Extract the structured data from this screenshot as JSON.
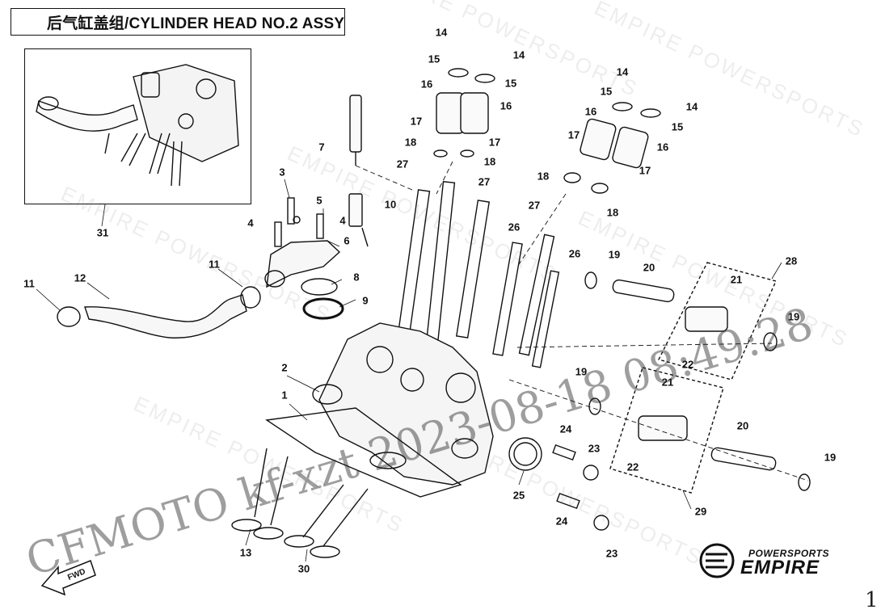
{
  "title": "后气缸盖组/CYLINDER HEAD NO.2  ASSY",
  "labels": [
    {
      "id": "l14a",
      "text": "14"
    },
    {
      "id": "l14b",
      "text": "14"
    },
    {
      "id": "l14c",
      "text": "14"
    },
    {
      "id": "l14d",
      "text": "14"
    },
    {
      "id": "l15a",
      "text": "15"
    },
    {
      "id": "l15b",
      "text": "15"
    },
    {
      "id": "l15c",
      "text": "15"
    },
    {
      "id": "l15d",
      "text": "15"
    },
    {
      "id": "l16a",
      "text": "16"
    },
    {
      "id": "l16b",
      "text": "16"
    },
    {
      "id": "l16c",
      "text": "16"
    },
    {
      "id": "l16d",
      "text": "16"
    },
    {
      "id": "l17a",
      "text": "17"
    },
    {
      "id": "l17b",
      "text": "17"
    },
    {
      "id": "l17c",
      "text": "17"
    },
    {
      "id": "l17d",
      "text": "17"
    },
    {
      "id": "l18a",
      "text": "18"
    },
    {
      "id": "l18b",
      "text": "18"
    },
    {
      "id": "l18c",
      "text": "18"
    },
    {
      "id": "l18d",
      "text": "18"
    },
    {
      "id": "l27a",
      "text": "27"
    },
    {
      "id": "l27b",
      "text": "27"
    },
    {
      "id": "l27c",
      "text": "27"
    },
    {
      "id": "l26a",
      "text": "26"
    },
    {
      "id": "l26b",
      "text": "26"
    },
    {
      "id": "l7",
      "text": "7"
    },
    {
      "id": "l3",
      "text": "3"
    },
    {
      "id": "l5",
      "text": "5"
    },
    {
      "id": "l4a",
      "text": "4"
    },
    {
      "id": "l4b",
      "text": "4"
    },
    {
      "id": "l10",
      "text": "10"
    },
    {
      "id": "l6",
      "text": "6"
    },
    {
      "id": "l8",
      "text": "8"
    },
    {
      "id": "l9",
      "text": "9"
    },
    {
      "id": "l11a",
      "text": "11"
    },
    {
      "id": "l11b",
      "text": "11"
    },
    {
      "id": "l12",
      "text": "12"
    },
    {
      "id": "l31",
      "text": "31"
    },
    {
      "id": "l2",
      "text": "2"
    },
    {
      "id": "l1",
      "text": "1"
    },
    {
      "id": "l13",
      "text": "13"
    },
    {
      "id": "l30",
      "text": "30"
    },
    {
      "id": "l25",
      "text": "25"
    },
    {
      "id": "l24a",
      "text": "24"
    },
    {
      "id": "l24b",
      "text": "24"
    },
    {
      "id": "l23a",
      "text": "23"
    },
    {
      "id": "l23b",
      "text": "23"
    },
    {
      "id": "l19a",
      "text": "19"
    },
    {
      "id": "l19b",
      "text": "19"
    },
    {
      "id": "l19c",
      "text": "19"
    },
    {
      "id": "l19d",
      "text": "19"
    },
    {
      "id": "l20a",
      "text": "20"
    },
    {
      "id": "l20b",
      "text": "20"
    },
    {
      "id": "l21a",
      "text": "21"
    },
    {
      "id": "l21b",
      "text": "21"
    },
    {
      "id": "l22a",
      "text": "22"
    },
    {
      "id": "l22b",
      "text": "22"
    },
    {
      "id": "l28",
      "text": "28"
    },
    {
      "id": "l29",
      "text": "29"
    }
  ],
  "fwd_label": "FWD",
  "brand": {
    "top": "POWERSPORTS",
    "main": "EMPIRE",
    "icon": "empire-logo-icon"
  },
  "watermark": {
    "main": "CFMOTO  kf-xzt  2023-08-18  08:49:28",
    "background": "EMPIRE POWERSPORTS"
  },
  "page_number": "1"
}
